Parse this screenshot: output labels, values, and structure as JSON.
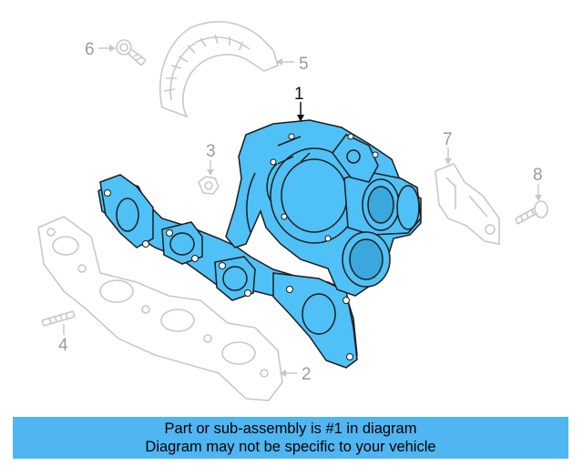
{
  "diagram": {
    "callouts": {
      "c1": "1",
      "c2": "2",
      "c3": "3",
      "c4": "4",
      "c5": "5",
      "c6": "6",
      "c7": "7",
      "c8": "8"
    },
    "highlight_color": "#4fc1f6",
    "ghost_color": "#c8c8c8"
  },
  "banner": {
    "line1": "Part or sub-assembly is #1 in diagram",
    "line2": "Diagram may not be specific to your vehicle",
    "background": "#4fb6f2"
  }
}
